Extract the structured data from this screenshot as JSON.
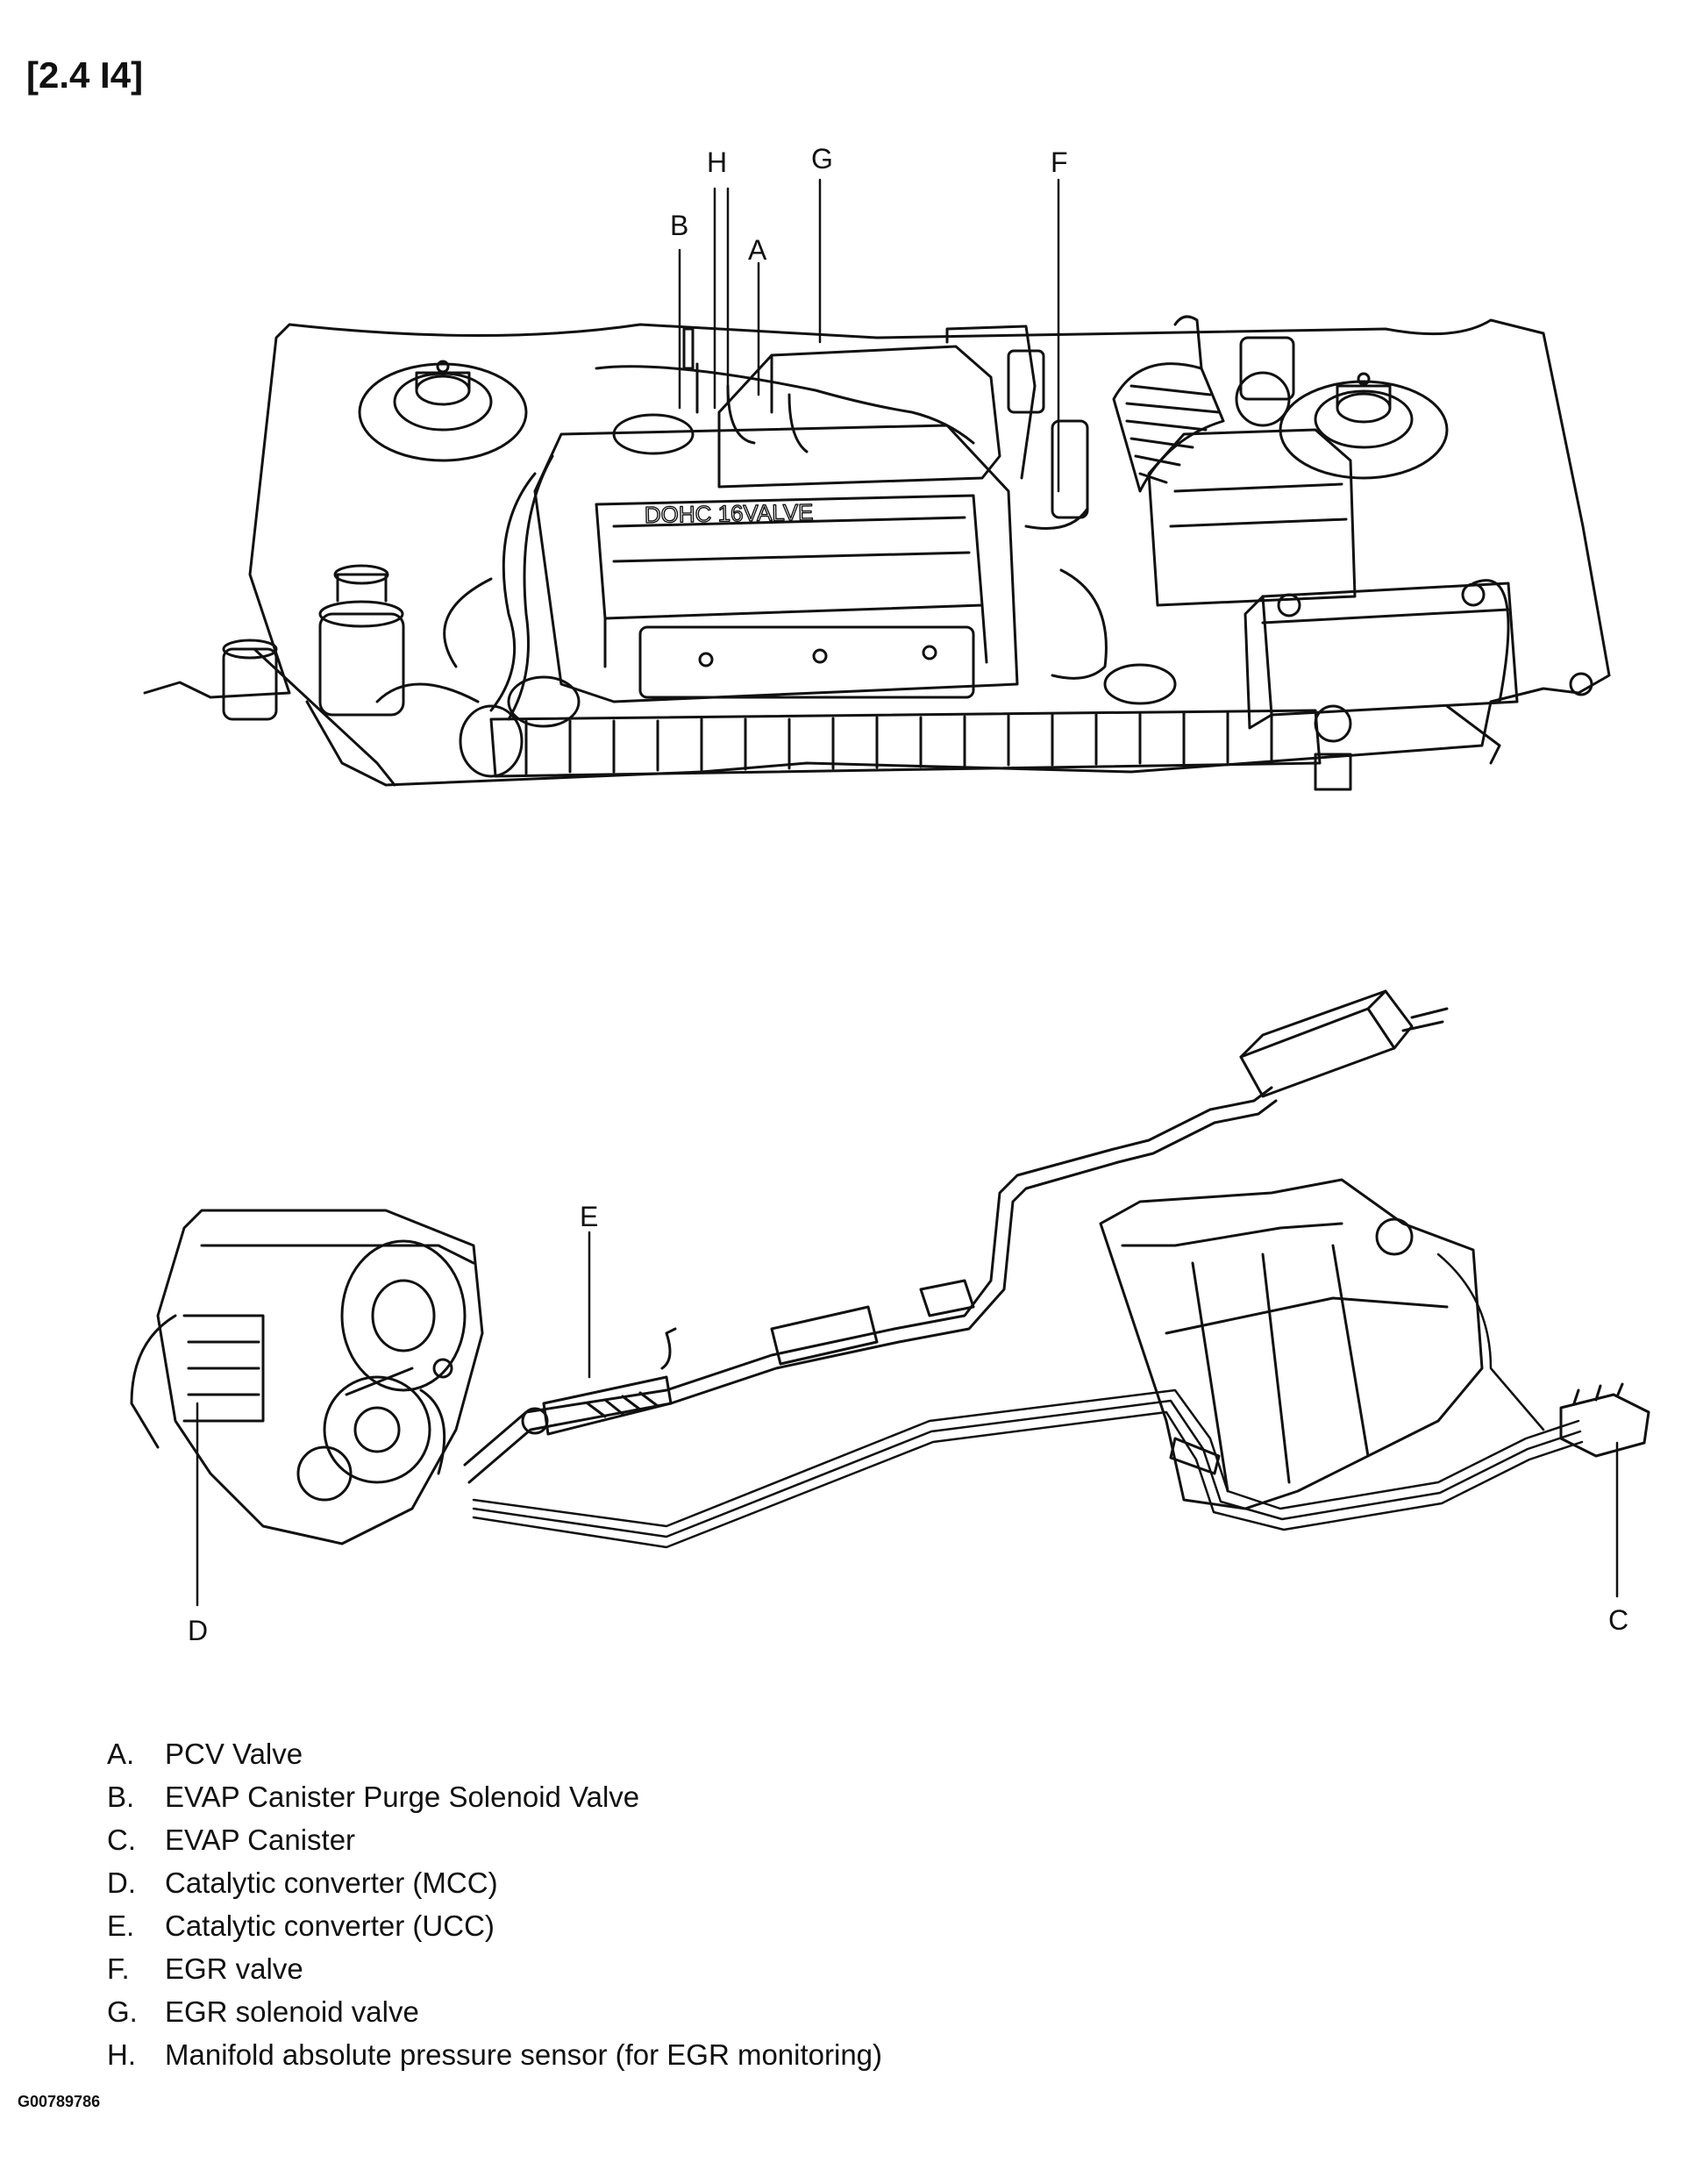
{
  "header": {
    "heading": "[2.4 I4]"
  },
  "engine_bay": {
    "callouts": [
      {
        "letter": "H"
      },
      {
        "letter": "G"
      },
      {
        "letter": "F"
      },
      {
        "letter": "B"
      },
      {
        "letter": "A"
      }
    ],
    "cover_lettering": "DOHC 16VALVE"
  },
  "underbody": {
    "callouts": [
      {
        "letter": "E"
      },
      {
        "letter": "D"
      },
      {
        "letter": "C"
      }
    ]
  },
  "legend": {
    "items": [
      {
        "letter": "A",
        "text": "PCV Valve"
      },
      {
        "letter": "B",
        "text": "EVAP Canister Purge Solenoid Valve"
      },
      {
        "letter": "C",
        "text": "EVAP Canister"
      },
      {
        "letter": "D",
        "text": "Catalytic converter (MCC)"
      },
      {
        "letter": "E",
        "text": "Catalytic converter (UCC)"
      },
      {
        "letter": "F",
        "text": "EGR valve"
      },
      {
        "letter": "G",
        "text": "EGR solenoid valve"
      },
      {
        "letter": "H",
        "text": "Manifold absolute pressure sensor (for EGR monitoring)"
      }
    ]
  },
  "footer": {
    "figure_id": "G00789786"
  }
}
